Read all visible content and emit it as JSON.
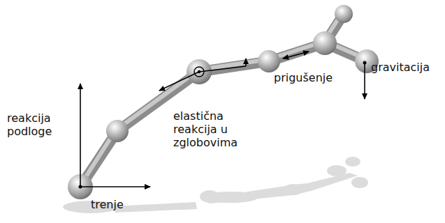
{
  "diagram": {
    "labels": [
      "reakcija podloge",
      "trenje",
      "elastična reakcija u zglobovima",
      "prigušenje",
      "gravitacija"
    ]
  }
}
